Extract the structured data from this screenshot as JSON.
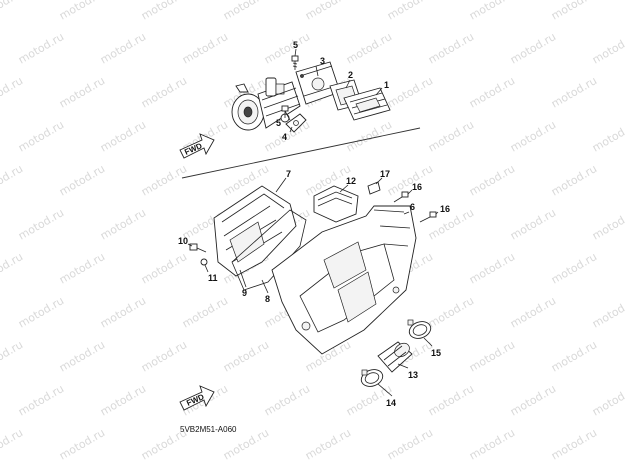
{
  "watermark": "motod.ru",
  "diagram_code": "5VB2M51-A060",
  "fwd_text": "FWD",
  "callouts": [
    "1",
    "2",
    "3",
    "4",
    "5",
    "5",
    "6",
    "7",
    "8",
    "9",
    "10",
    "11",
    "12",
    "13",
    "14",
    "15",
    "16",
    "16",
    "17"
  ]
}
